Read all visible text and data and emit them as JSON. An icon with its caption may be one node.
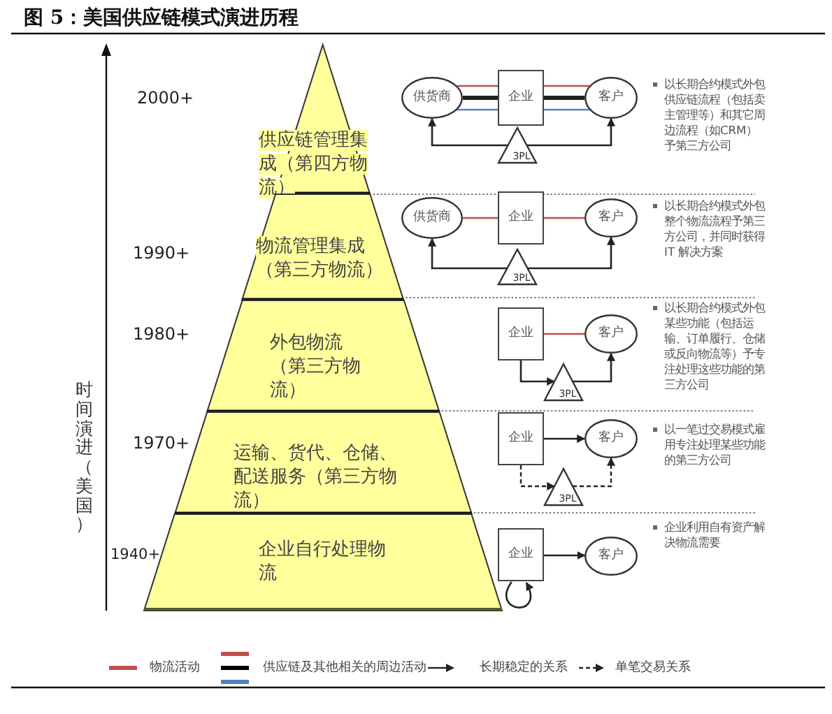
{
  "diagram": {
    "title": "图 5：美国供应链模式演进历程",
    "nodes": [
      {
        "text": [
          "供应链管理集成（第四方物流）"
        ]
      },
      {
        "text": [
          "物流管理集成（第三方物流）"
        ]
      },
      {
        "text": [
          "外包物流（第三方物流）"
        ]
      },
      {
        "text": [
          "运输、货代、仓储、配送服务（第三方物流）"
        ]
      },
      {
        "text": [
          "企业自行处理物流"
        ]
      },
      {
        "text": [
          "供货商"
        ]
      },
      {
        "text": [
          "企业"
        ]
      },
      {
        "text": [
          "客户"
        ]
      },
      {
        "text": [
          "3PL"
        ]
      },
      {
        "text": [
          "供货商"
        ]
      },
      {
        "text": [
          "企业"
        ]
      },
      {
        "text": [
          "客户"
        ]
      },
      {
        "text": [
          "3PL"
        ]
      },
      {
        "text": [
          "企业"
        ]
      },
      {
        "text": [
          "客户"
        ]
      },
      {
        "text": [
          "3PL"
        ]
      },
      {
        "text": [
          "企业"
        ]
      },
      {
        "text": [
          "客户"
        ]
      },
      {
        "text": [
          "3PL"
        ]
      },
      {
        "text": [
          "企业"
        ]
      },
      {
        "text": [
          "客户"
        ]
      }
    ],
    "edges": [
      {
        "from": 5,
        "to": 6,
        "arrow": "none",
        "color": "#c0504d"
      },
      {
        "from": 5,
        "to": 6,
        "arrow": "none",
        "style": "thick"
      },
      {
        "from": 5,
        "to": 6,
        "arrow": "none",
        "color": "#4f81bd"
      },
      {
        "from": 6,
        "to": 7,
        "arrow": "none",
        "color": "#c0504d"
      },
      {
        "from": 6,
        "to": 7,
        "arrow": "none",
        "style": "thick"
      },
      {
        "from": 6,
        "to": 7,
        "arrow": "none",
        "color": "#4f81bd"
      },
      {
        "from": 8,
        "to": 5,
        "arrow": "to"
      },
      {
        "from": 8,
        "to": 7,
        "arrow": "to"
      },
      {
        "from": 9,
        "to": 10,
        "arrow": "none",
        "color": "#c0504d"
      },
      {
        "from": 10,
        "to": 11,
        "arrow": "none",
        "color": "#c0504d"
      },
      {
        "from": 12,
        "to": 9,
        "arrow": "to"
      },
      {
        "from": 12,
        "to": 11,
        "arrow": "to"
      },
      {
        "from": 13,
        "to": 14,
        "arrow": "none",
        "color": "#c0504d"
      },
      {
        "from": 13,
        "to": 15,
        "arrow": "to"
      },
      {
        "from": 15,
        "to": 14,
        "arrow": "to"
      },
      {
        "from": 16,
        "to": 17,
        "arrow": "to"
      },
      {
        "from": 16,
        "to": 18,
        "arrow": "to",
        "style": "dashed"
      },
      {
        "from": 18,
        "to": 17,
        "arrow": "to",
        "style": "dashed"
      },
      {
        "from": 19,
        "to": 20,
        "arrow": "to"
      },
      {
        "from": 19,
        "to": 19,
        "arrow": "to"
      }
    ],
    "labels": [
      "2000+",
      "以长期合约模式外包供应链流程（包括卖主管理等）和其它周边流程（如CRM）予第三方公司",
      "1990+",
      "以长期合约模式外包整个物流流程予第三方公司，并同时获得 IT 解决方案",
      "1980+",
      "以长期合约模式外包某些功能（包括运输、订单履行、仓储或反向物流等）予专注处理这些功能的第三方公司",
      "1970+",
      "以一笔过交易模式雇用专注处理某些功能的第三方公司",
      "1940+",
      "企业利用自有资产解决物流需要",
      "时间演进（美国）"
    ],
    "legend": [
      {
        "text": "物流活动"
      },
      {
        "text": "供应链及其他相关的周边活动"
      },
      {
        "text": "长期稳定的关系"
      },
      {
        "text": "单笔交易关系"
      }
    ]
  }
}
